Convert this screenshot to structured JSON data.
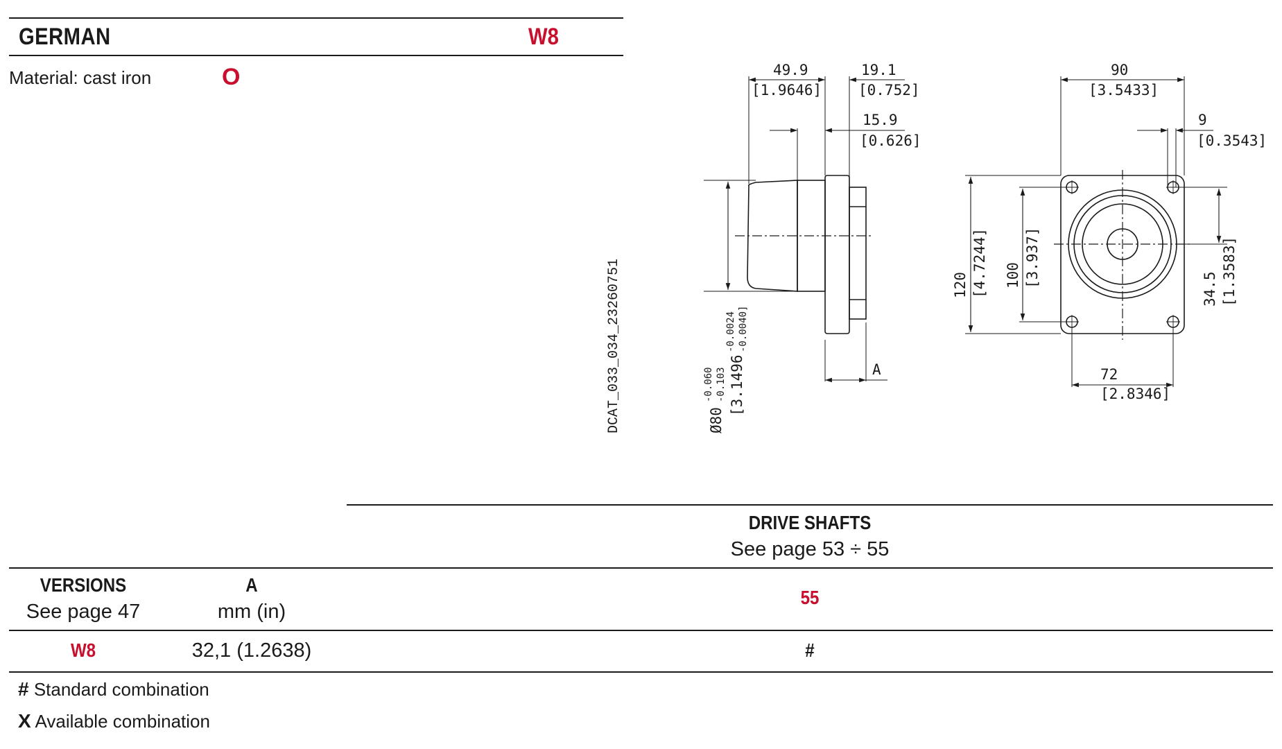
{
  "header": {
    "title": "GERMAN",
    "model": "W8",
    "material_label": "Material: cast iron",
    "material_symbol": "O"
  },
  "drawing": {
    "code": "DCAT_033_034_23260751",
    "dims": {
      "d1_mm": "49.9",
      "d1_in": "[1.9646]",
      "d2_mm": "19.1",
      "d2_in": "[0.752]",
      "d3_mm": "15.9",
      "d3_in": "[0.626]",
      "d4_mm": "90",
      "d4_in": "[3.5433]",
      "d5_mm": "9",
      "d5_in": "[0.3543]",
      "d6_mm": "120",
      "d6_in": "[4.7244]",
      "d7_mm": "100",
      "d7_in": "[3.937]",
      "d8_mm": "34.5",
      "d8_in": "[1.3583]",
      "d9_mm": "72",
      "d9_in": "[2.8346]",
      "dia_mm": "Ø80",
      "dia_mm_tol_hi": "-0.060",
      "dia_mm_tol_lo": "-0.103",
      "dia_in": "[3.1496",
      "dia_in_tol_hi": "-0.0024",
      "dia_in_tol_lo": "-0.0040]",
      "a_label": "A"
    }
  },
  "drive_shafts": {
    "title": "DRIVE SHAFTS",
    "subtitle": "See page 53 ÷ 55"
  },
  "table": {
    "versions_header": "VERSIONS",
    "versions_sub": "See page 47",
    "a_header": "A",
    "a_sub": "mm (in)",
    "shaft_col": "55",
    "rows": [
      {
        "version": "W8",
        "a": "32,1 (1.2638)",
        "shaft": "#"
      }
    ]
  },
  "legend": [
    {
      "symbol": "#",
      "text": "Standard combination"
    },
    {
      "symbol": "X",
      "text": "Available combination"
    }
  ]
}
